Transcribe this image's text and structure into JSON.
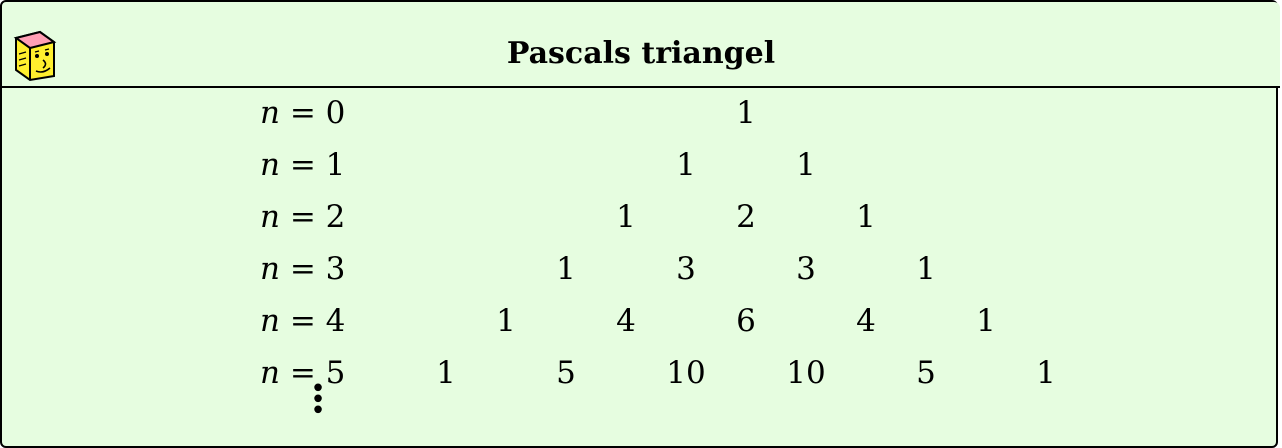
{
  "title": "Pascals triangel",
  "row_var": "n",
  "row_eq": "=",
  "rows": [
    {
      "n": "0",
      "values": [
        "1"
      ]
    },
    {
      "n": "1",
      "values": [
        "1",
        "1"
      ]
    },
    {
      "n": "2",
      "values": [
        "1",
        "2",
        "1"
      ]
    },
    {
      "n": "3",
      "values": [
        "1",
        "3",
        "3",
        "1"
      ]
    },
    {
      "n": "4",
      "values": [
        "1",
        "4",
        "6",
        "4",
        "1"
      ]
    },
    {
      "n": "5",
      "values": [
        "1",
        "5",
        "10",
        "10",
        "5",
        "1"
      ]
    }
  ],
  "continuation": "⋮"
}
